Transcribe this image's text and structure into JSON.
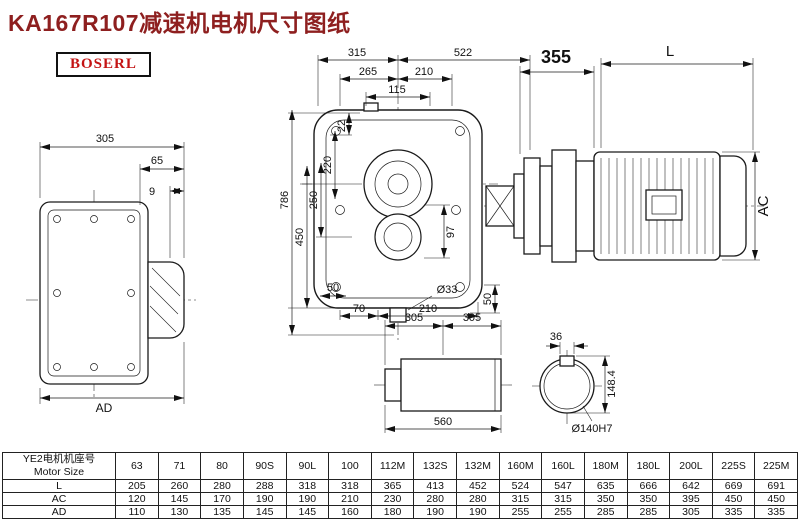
{
  "header": {
    "title": "KA167R107减速机电机尺寸图纸",
    "logo": "BOSERL"
  },
  "drawing": {
    "rear": {
      "d305": "305",
      "d65": "65",
      "d9": "9",
      "dAD": "AD"
    },
    "front": {
      "d315": "315",
      "d522": "522",
      "d265": "265",
      "d210_top": "210",
      "d115": "115",
      "d22": "22",
      "d220": "220",
      "d250": "250",
      "d450": "450",
      "d786": "786",
      "d97": "97",
      "d50_left": "50",
      "d70": "70",
      "d210_bottom": "210",
      "d33": "Ø33",
      "d50_right": "50"
    },
    "motor": {
      "d355": "355",
      "dL": "L",
      "dAC": "AC"
    },
    "shaft": {
      "d305_left": "305",
      "d305_right": "305",
      "d560": "560"
    },
    "bore": {
      "d36": "36",
      "d148": "148.4",
      "d140": "Ø140H7"
    }
  },
  "table": {
    "row_header_cn": "YE2电机机座号",
    "row_header_en": "Motor Size",
    "columns": [
      "63",
      "71",
      "80",
      "90S",
      "90L",
      "100",
      "112M",
      "132S",
      "132M",
      "160M",
      "160L",
      "180M",
      "180L",
      "200L",
      "225S",
      "225M"
    ],
    "rows": [
      {
        "label": "L",
        "values": [
          205,
          260,
          280,
          288,
          318,
          318,
          365,
          413,
          452,
          524,
          547,
          635,
          666,
          642,
          669,
          691
        ]
      },
      {
        "label": "AC",
        "values": [
          120,
          145,
          170,
          190,
          190,
          210,
          230,
          280,
          280,
          315,
          315,
          350,
          350,
          395,
          450,
          450
        ]
      },
      {
        "label": "AD",
        "values": [
          110,
          130,
          135,
          145,
          145,
          160,
          180,
          190,
          190,
          255,
          255,
          285,
          285,
          305,
          335,
          335
        ]
      }
    ]
  }
}
